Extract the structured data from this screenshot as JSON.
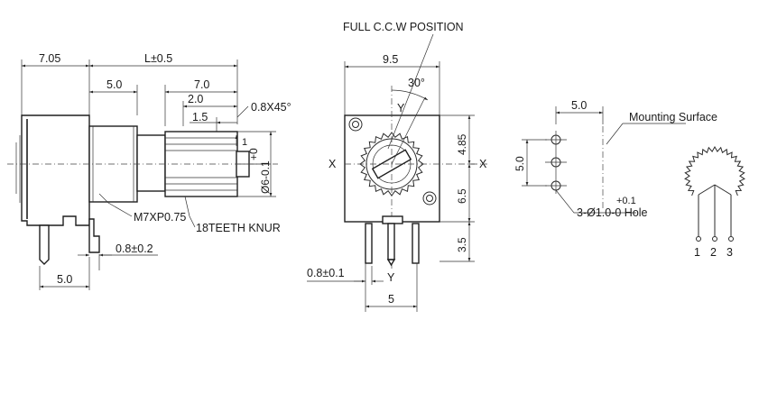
{
  "side_view": {
    "dim_width": "7.05",
    "dim_length": "L±0.5",
    "dim_5_0": "5.0",
    "dim_7_0": "7.0",
    "dim_2_0": "2.0",
    "dim_1_5": "1.5",
    "chamfer": "0.8X45°",
    "dim_1": "1",
    "tol_plus": "+0",
    "shaft_dia": "Ø6-0.1",
    "thread": "M7XP0.75",
    "knurl": "18TEETH KNUR",
    "terminal": "0.8±0.2",
    "base_5_0": "5.0"
  },
  "front_view": {
    "title": "FULL C.C.W POSITION",
    "width": "9.5",
    "angle": "30°",
    "axis_x_left": "X",
    "axis_x_right": "X",
    "axis_y_top": "Y",
    "axis_y_bottom": "Y",
    "dim_4_85": "4.85",
    "dim_6_5": "6.5",
    "dim_3_5": "3.5",
    "pin": "0.8±0.1",
    "pitch": "5"
  },
  "pcb_view": {
    "spacing_h": "5.0",
    "spacing_v": "5.0",
    "mounting": "Mounting  Surface",
    "hole_tol": "+0.1",
    "hole": "3-Ø1.0-0  Hole"
  },
  "schematic": {
    "pin1": "1",
    "pin2": "2",
    "pin3": "3"
  },
  "colors": {
    "ink": "#1a1a1a",
    "paper": "#ffffff"
  }
}
